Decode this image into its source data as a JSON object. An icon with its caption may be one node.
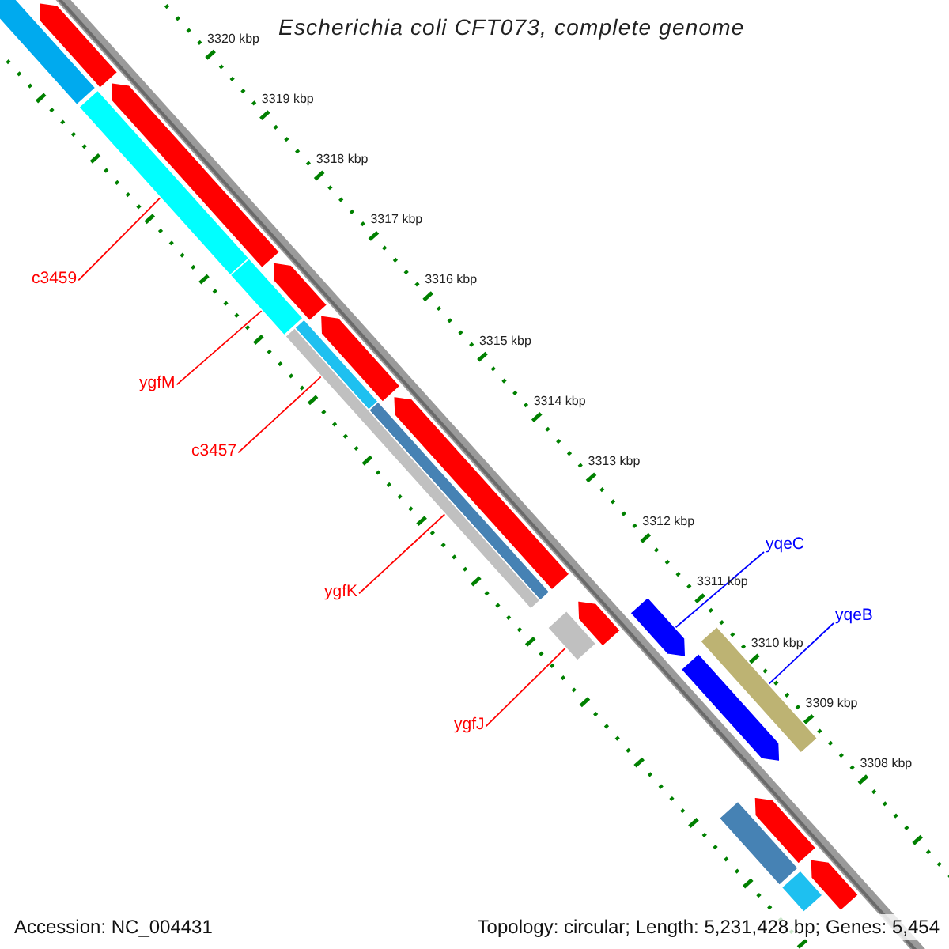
{
  "diagram": {
    "title": "Escherichia coli CFT073, complete genome",
    "nodes": [
      {
        "text": [
          "c3459"
        ]
      },
      {
        "text": [
          "ygfM"
        ]
      },
      {
        "text": [
          "c3457"
        ]
      },
      {
        "text": [
          "ygfK"
        ]
      },
      {
        "text": [
          "ygfJ"
        ]
      },
      {
        "text": [
          "yqeC"
        ]
      },
      {
        "text": [
          "yqeB"
        ]
      },
      {
        "text": [],
        "shape": "pentagon"
      },
      {
        "text": [],
        "shape": "pentagon"
      },
      {
        "text": [],
        "shape": "pentagon"
      },
      {
        "text": [],
        "shape": "pentagon"
      },
      {
        "text": [],
        "shape": "pentagon"
      },
      {
        "text": [],
        "shape": "bar"
      },
      {
        "text": [],
        "shape": "bar"
      },
      {
        "text": [],
        "shape": "bar"
      },
      {
        "text": [],
        "shape": "bar"
      },
      {
        "text": [],
        "shape": "bar"
      },
      {
        "text": [],
        "shape": "bar"
      },
      {
        "text": [],
        "shape": "pentagon"
      },
      {
        "text": [],
        "shape": "bar"
      },
      {
        "text": [],
        "shape": "pentagon"
      },
      {
        "text": [],
        "shape": "pentagon"
      },
      {
        "text": [],
        "shape": "bar"
      },
      {
        "text": [],
        "shape": "bar"
      },
      {
        "text": [],
        "shape": "pentagon"
      },
      {
        "text": [],
        "shape": "pentagon"
      },
      {
        "text": [],
        "shape": "bar"
      }
    ],
    "edges": [
      {
        "from": 0,
        "to": 13,
        "arrow": "none"
      },
      {
        "from": 1,
        "to": 14,
        "arrow": "none"
      },
      {
        "from": 2,
        "to": 15,
        "arrow": "none"
      },
      {
        "from": 3,
        "to": 16,
        "arrow": "none"
      },
      {
        "from": 4,
        "to": 19,
        "arrow": "none"
      },
      {
        "from": 5,
        "to": 20,
        "arrow": "none",
        "color": "#0000ff"
      },
      {
        "from": 6,
        "to": 22,
        "arrow": "none",
        "color": "#0000ff"
      }
    ],
    "labels": [
      "3320 kbp",
      "3319 kbp",
      "3318 kbp",
      "3317 kbp",
      "3316 kbp",
      "3315 kbp",
      "3314 kbp",
      "3313 kbp",
      "3312 kbp",
      "3311 kbp",
      "3310 kbp",
      "3309 kbp",
      "3308 kbp",
      "Accession: NC_004431",
      "Topology: circular; Length: 5,231,428 bp; Genes: 5,454"
    ]
  }
}
